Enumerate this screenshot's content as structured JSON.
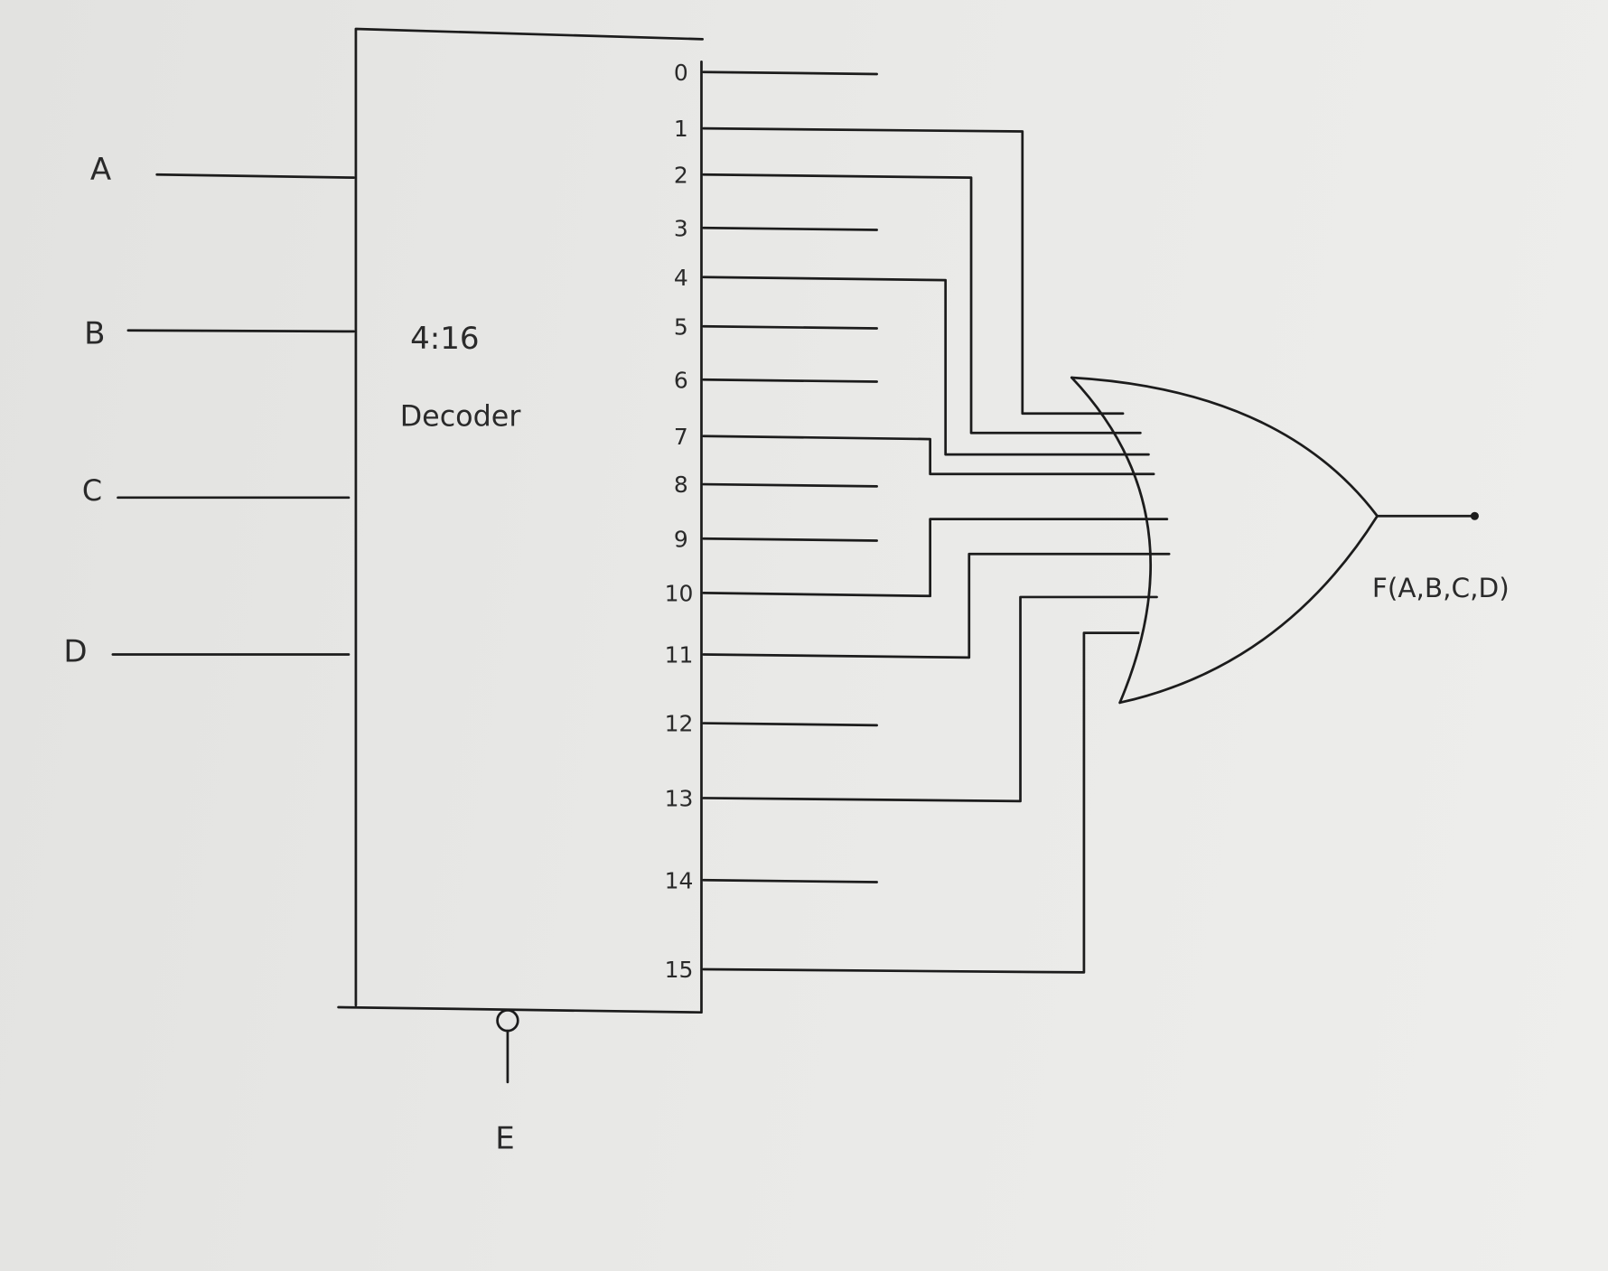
{
  "decoder": {
    "title": "4:16",
    "subtitle": "Decoder"
  },
  "inputs": [
    "A",
    "B",
    "C",
    "D"
  ],
  "enable": "E",
  "outputs": [
    "0",
    "1",
    "2",
    "3",
    "4",
    "5",
    "6",
    "7",
    "8",
    "9",
    "10",
    "11",
    "12",
    "13",
    "14",
    "15"
  ],
  "connected_outputs": [
    1,
    2,
    4,
    7,
    10,
    11,
    13,
    15
  ],
  "gate": {
    "type": "OR",
    "output_label": "F(A,B,C,D)"
  }
}
